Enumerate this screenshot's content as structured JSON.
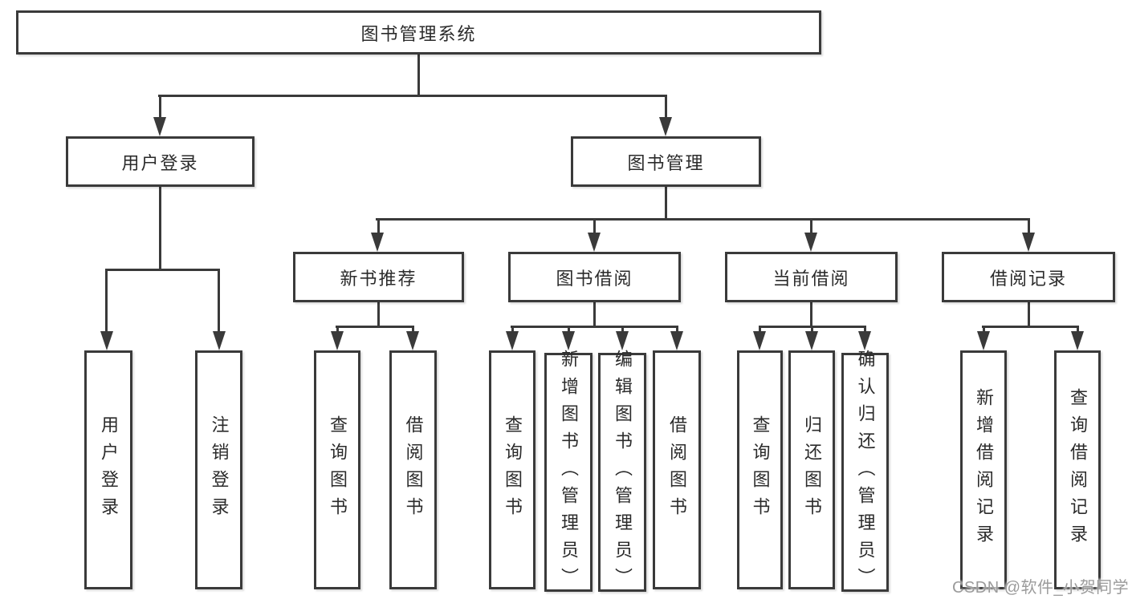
{
  "colors": {
    "line": "#3a3a3a",
    "text": "#2b2b2b",
    "node_background": "#ffffff",
    "watermark": "#9b9b9b",
    "background": "#ffffff"
  },
  "watermark": "CSDN @软件_小贺同学",
  "tree": {
    "label": "图书管理系统",
    "children": [
      {
        "label": "用户登录",
        "children": [
          {
            "label": "用户登录"
          },
          {
            "label": "注销登录"
          }
        ]
      },
      {
        "label": "图书管理",
        "children": [
          {
            "label": "新书推荐",
            "children": [
              {
                "label": "查询图书"
              },
              {
                "label": "借阅图书"
              }
            ]
          },
          {
            "label": "图书借阅",
            "children": [
              {
                "label": "查询图书"
              },
              {
                "label": "新增图书（管理员）"
              },
              {
                "label": "编辑图书（管理员）"
              },
              {
                "label": "借阅图书"
              }
            ]
          },
          {
            "label": "当前借阅",
            "children": [
              {
                "label": "查询图书"
              },
              {
                "label": "归还图书"
              },
              {
                "label": "确认归还（管理员）"
              }
            ]
          },
          {
            "label": "借阅记录",
            "children": [
              {
                "label": "新增借阅记录"
              },
              {
                "label": "查询借阅记录"
              }
            ]
          }
        ]
      }
    ]
  }
}
